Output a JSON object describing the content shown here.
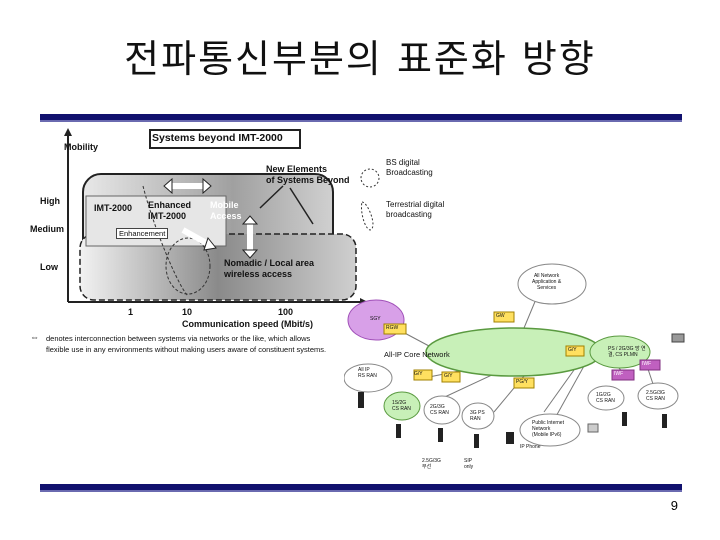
{
  "slide": {
    "title": "전파통신부분의 표준화 방향",
    "page_number": "9"
  },
  "mobility_chart": {
    "y_axis_title": "Mobility",
    "y_levels": [
      "High",
      "Medium",
      "Low"
    ],
    "x_ticks": [
      "1",
      "10",
      "100"
    ],
    "x_axis_title": "Communication speed (Mbit/s)",
    "box_title": "Systems beyond IMT-2000",
    "new_elements_label": "New Elements\nof Systems Beyond",
    "imt2000_label": "IMT-2000",
    "enhanced_label": "Enhanced\nIMT-2000",
    "mobile_access_label": "Mobile\nAccess",
    "enhancement_label": "Enhancement",
    "nomadic_label": "Nomadic / Local area\nwireless access",
    "legend_bs": "BS digital\nBroadcasting",
    "legend_terrestrial": "Terrestrial digital\nbroadcasting",
    "footnote_line1": "denotes interconnection between systems via networks or the like, which allows",
    "footnote_line2": "flexible use in any environments without making users aware of constituent systems."
  },
  "network": {
    "core": "All-IP Core Network",
    "app_server": "All Network\nApplication &\nServices",
    "gw_top": "GW",
    "gw_left": "RGW",
    "gw_right": "G/Y",
    "cloud_left": "SGY",
    "left_access": "All IP\nRS RAN",
    "cdma_ran": "1S/2G\nCS RAN",
    "gw_mid": "G/Y",
    "gw_mid2": "G/Y",
    "pgw": "PG/Y",
    "ran2": "2G/3G\nCS RAN",
    "ran3": "3G PS\nRAN",
    "public_net": "Public Internet\nNetwork\n(Mobile IPv6)",
    "ip_phone": "IP Phone",
    "iwf1": "IWF",
    "iwf2": "IWF",
    "right_top": "PS / 2G/3G 망 연\n결, CS PLMN",
    "right_ran": "2.5G/3G\nCS RAN",
    "right_ran2": "1G/2G\nCS RAN",
    "bottom1": "2.5G/3G\n무선",
    "bottom2": "SIP\nonly"
  },
  "colors": {
    "rule": "#11116e",
    "core": "#c8f0b8",
    "core_stroke": "#5a9a40",
    "gateway": "#ffe060",
    "iwf": "#c060c0",
    "cloud_left": "#d8a0e8"
  }
}
